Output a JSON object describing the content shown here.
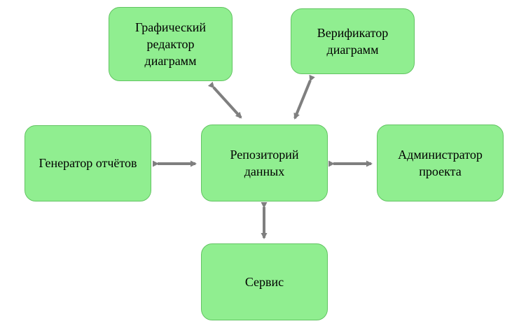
{
  "diagram": {
    "title": "",
    "type": "component-diagram",
    "nodes": {
      "graphic_editor": {
        "label": "Графический редактор диаграмм"
      },
      "verifier": {
        "label": "Верификатор диаграмм"
      },
      "report_generator": {
        "label": "Генератор отчётов"
      },
      "repository": {
        "label": "Репозиторий данных"
      },
      "administrator": {
        "label": "Администратор проекта"
      },
      "service": {
        "label": "Сервис"
      }
    },
    "edges": [
      {
        "from": "graphic_editor",
        "to": "repository",
        "direction": "bidirectional"
      },
      {
        "from": "verifier",
        "to": "repository",
        "direction": "bidirectional"
      },
      {
        "from": "report_generator",
        "to": "repository",
        "direction": "bidirectional"
      },
      {
        "from": "administrator",
        "to": "repository",
        "direction": "bidirectional"
      },
      {
        "from": "service",
        "to": "repository",
        "direction": "bidirectional"
      }
    ],
    "colors": {
      "node_fill": "#90ee90",
      "node_border": "#62c462",
      "arrow": "#7f7f7f",
      "text": "#000000"
    }
  }
}
